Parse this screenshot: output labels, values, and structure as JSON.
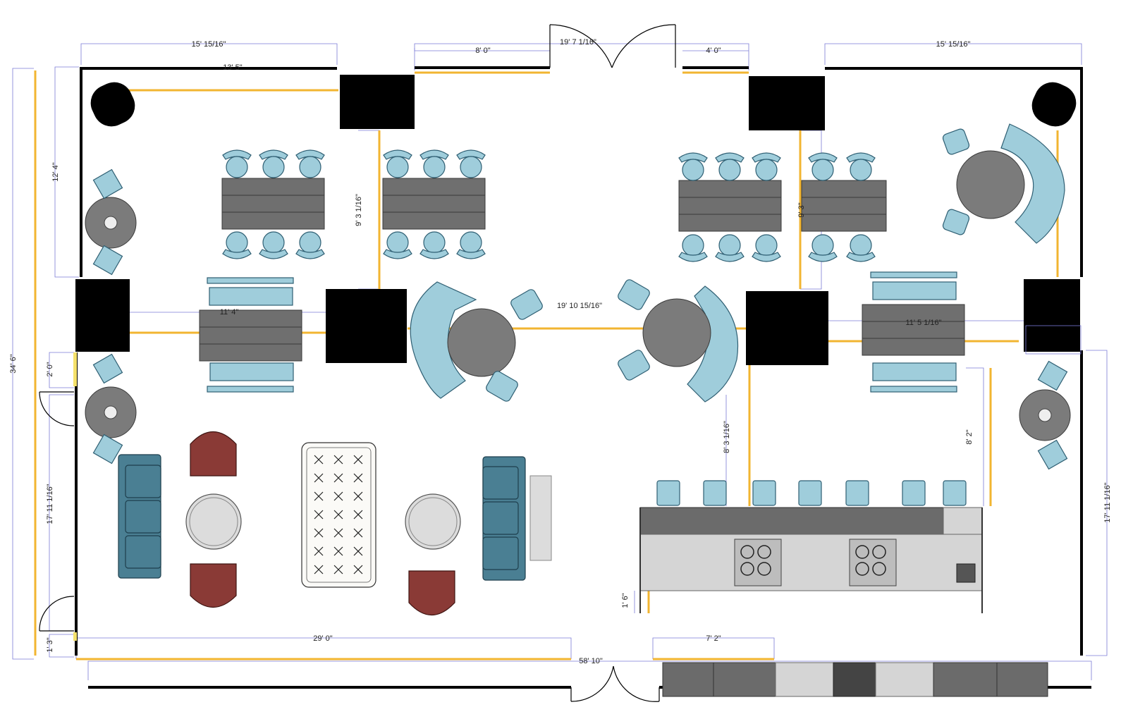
{
  "dimensions": [
    {
      "id": "top-left-width",
      "text": "15' 15/16\""
    },
    {
      "id": "top-left-inner",
      "text": "13' 5\""
    },
    {
      "id": "top-center-total",
      "text": "19' 7 1/16\""
    },
    {
      "id": "top-center-left",
      "text": "8' 0\""
    },
    {
      "id": "top-center-right",
      "text": "4' 0\""
    },
    {
      "id": "top-right-width",
      "text": "15' 15/16\""
    },
    {
      "id": "left-top-height",
      "text": "12' 4\""
    },
    {
      "id": "left-total-height",
      "text": "34' 6\""
    },
    {
      "id": "left-door-gap",
      "text": "2' 0\""
    },
    {
      "id": "left-lower-height",
      "text": "17' 11 1/16\""
    },
    {
      "id": "left-bottom-gap",
      "text": "1' 3\""
    },
    {
      "id": "column-gap-left",
      "text": "9' 3 1/16\""
    },
    {
      "id": "column-gap-right",
      "text": "9' 3\""
    },
    {
      "id": "left-table-width",
      "text": "11' 4\""
    },
    {
      "id": "center-span",
      "text": "19' 10 15/16\""
    },
    {
      "id": "right-table-width",
      "text": "11' 5 1/16\""
    },
    {
      "id": "kitchen-col-height",
      "text": "8' 3 1/16\""
    },
    {
      "id": "kitchen-right-height",
      "text": "8' 2\""
    },
    {
      "id": "right-lower-height",
      "text": "17' 11 1/16\""
    },
    {
      "id": "counter-offset",
      "text": "1' 6\""
    },
    {
      "id": "bottom-left-length",
      "text": "29' 0\""
    },
    {
      "id": "bottom-total-length",
      "text": "58' 10\""
    },
    {
      "id": "bottom-cabinet-width",
      "text": "7' 2\""
    }
  ]
}
